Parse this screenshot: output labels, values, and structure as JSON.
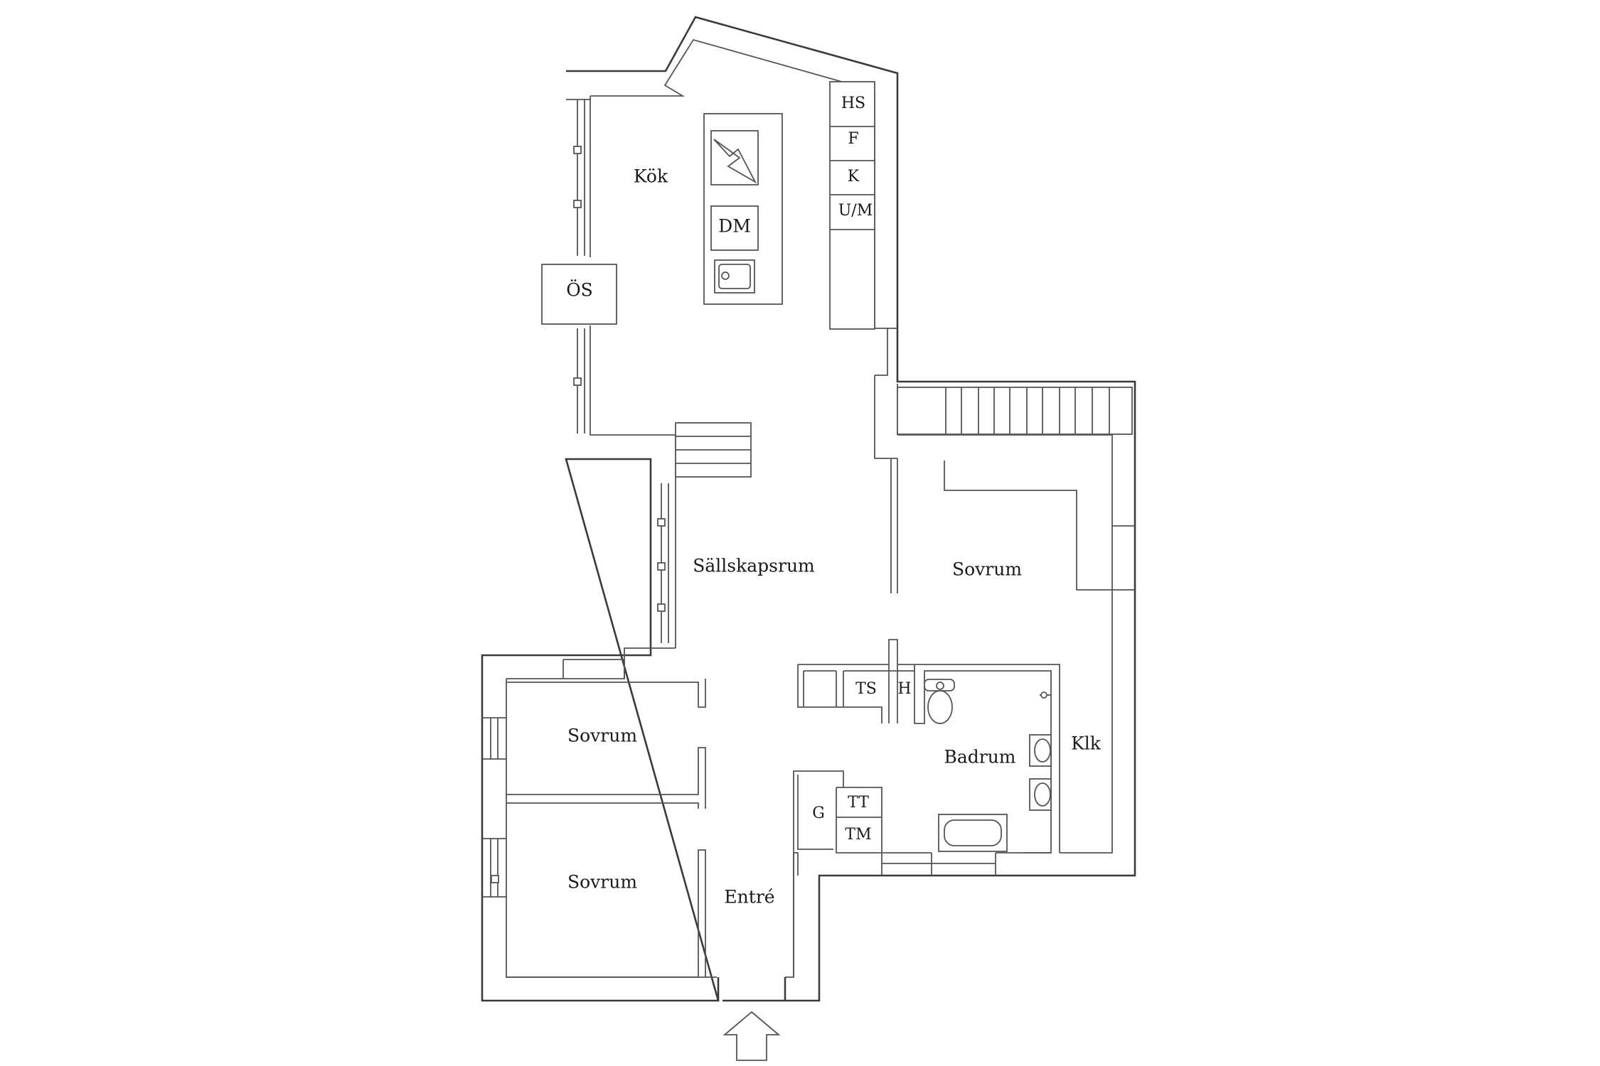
{
  "plan": {
    "rooms": {
      "kok": "Kök",
      "sallskapsrum": "Sällskapsrum",
      "sovrum_right": "Sovrum",
      "sovrum_upper_left": "Sovrum",
      "sovrum_lower_left": "Sovrum",
      "badrum": "Badrum",
      "klk": "Klk",
      "entre": "Entré"
    },
    "fixtures": {
      "os": "ÖS",
      "dm": "DM",
      "hs": "HS",
      "f": "F",
      "k": "K",
      "um": "U/M",
      "ts": "TS",
      "h": "H",
      "tt": "TT",
      "tm": "TM",
      "g": "G"
    },
    "symbols": [
      "entrance-arrow-icon",
      "stove-icon",
      "kitchen-sink-icon",
      "toilet-icon",
      "washbasin-icon",
      "bathtub-icon",
      "staircase-icon"
    ]
  }
}
